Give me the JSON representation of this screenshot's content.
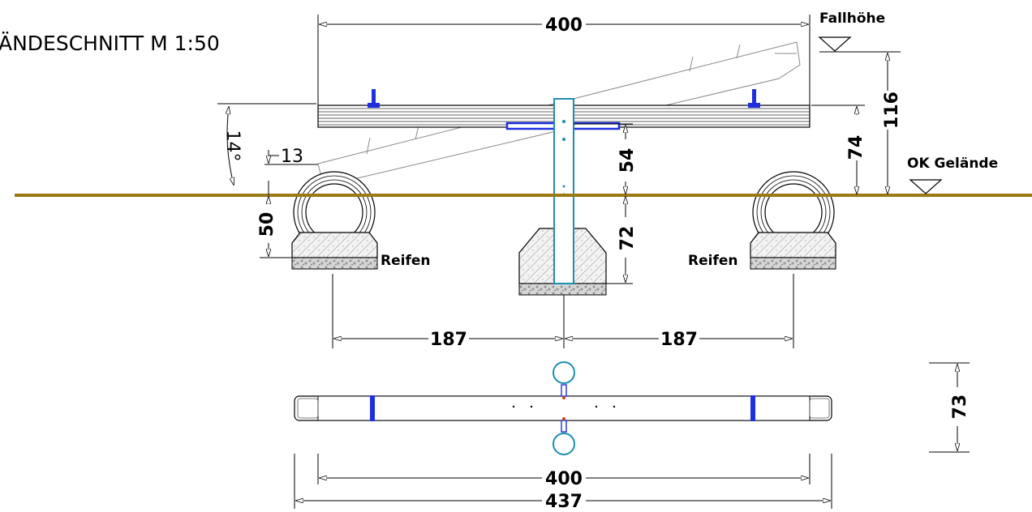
{
  "title": "ÄNDESCHNITT M 1:50",
  "labels": {
    "fallhoehe": "Fallhöhe",
    "ok_gelaende": "OK Gelände",
    "reifen_left": "Reifen",
    "reifen_right": "Reifen"
  },
  "dimensions": {
    "top_length": "400",
    "fall_height": "116",
    "beam_height": "74",
    "angle": "14°",
    "small_offset": "13",
    "tire_depth": "50",
    "post_above": "54",
    "post_below": "72",
    "left_span": "187",
    "right_span": "187",
    "plan_width": "73",
    "plan_length_inner": "400",
    "plan_length_total": "437"
  },
  "colors": {
    "ground": "#9a7a14",
    "post": "#1a8fb0",
    "blue_detail": "#1f2fe0",
    "gravel": "#bdbdbd"
  }
}
